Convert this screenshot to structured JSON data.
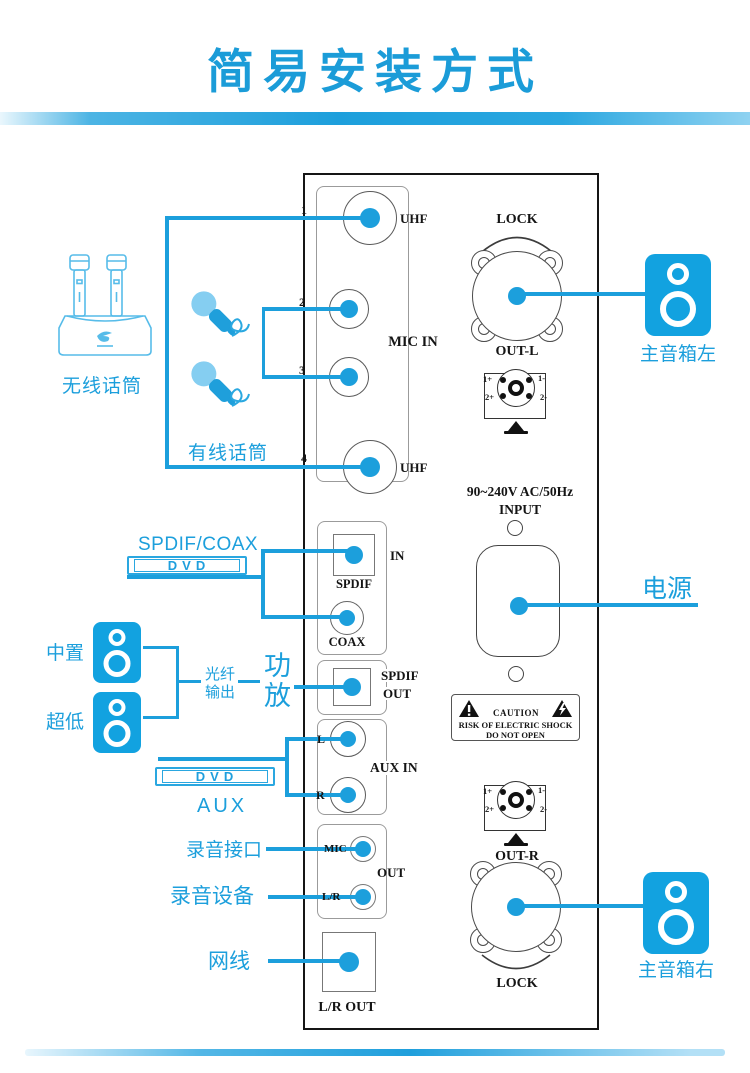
{
  "title": "简易安装方式",
  "colors": {
    "accent": "#1c9fdc",
    "title": "#1b9cd8",
    "panel_border": "#151515"
  },
  "panel": {
    "mic_group": {
      "title": "MIC IN",
      "num1": "1",
      "num2": "2",
      "num3": "3",
      "num4": "4",
      "uhf_top": "UHF",
      "uhf_bottom": "UHF"
    },
    "in_group": {
      "title": "IN",
      "spdif": "SPDIF",
      "coax": "COAX"
    },
    "spdif_out": {
      "line1": "SPDIF",
      "line2": "OUT"
    },
    "aux_group": {
      "title": "AUX IN",
      "l": "L",
      "r": "R"
    },
    "out_group": {
      "title": "OUT",
      "mic": "MIC",
      "lr": "L/R"
    },
    "lr_out": "L/R OUT",
    "out_l": {
      "lock": "LOCK",
      "label": "OUT-L"
    },
    "out_r": {
      "label": "OUT-R",
      "lock": "LOCK"
    },
    "speakon": {
      "tl": "1+",
      "bl": "2+",
      "tr": "1-",
      "br": "2-"
    },
    "power": {
      "spec": "90~240V AC/50Hz",
      "input": "INPUT"
    },
    "caution": {
      "line1": "CAUTION",
      "line2": "RISK OF ELECTRIC SHOCK",
      "line3": "DO NOT OPEN"
    }
  },
  "left": {
    "wireless_mic": "无线话筒",
    "wired_mic": "有线话筒",
    "spdif_coax": "SPDIF/COAX",
    "dvd1": "DVD",
    "center_speaker": "中置",
    "subwoofer": "超低",
    "optical_line1": "光纤",
    "optical_line2": "输出",
    "amp_char1": "功",
    "amp_char2": "放",
    "dvd2": "DVD",
    "aux": "AUX",
    "rec_port": "录音接口",
    "rec_device": "录音设备",
    "network_cable": "网线"
  },
  "right": {
    "main_speaker_left": "主音箱左",
    "power": "电源",
    "main_speaker_right": "主音箱右"
  }
}
